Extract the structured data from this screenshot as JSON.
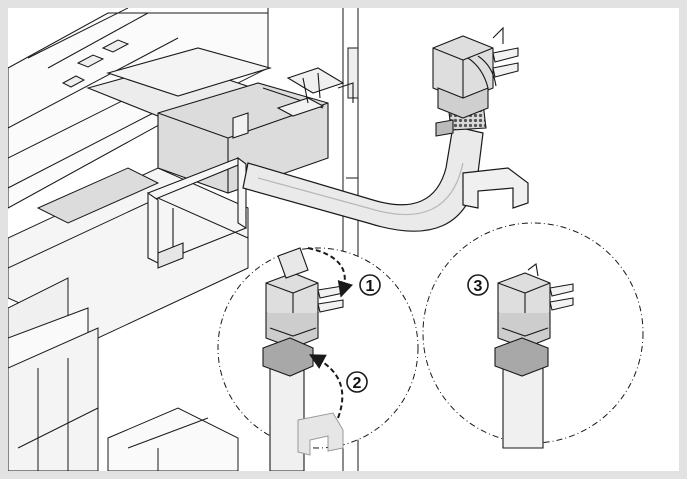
{
  "colors": {
    "background": "#e2e2e2",
    "panel": "#ffffff",
    "line": "#1a1a1a",
    "part_light": "#e6e6e6",
    "part_mid": "#c8c8c8",
    "part_dark": "#9a9a9a",
    "shadow": "#7a7a7a"
  },
  "steps": [
    {
      "label": "1"
    },
    {
      "label": "2"
    },
    {
      "label": "3"
    }
  ]
}
